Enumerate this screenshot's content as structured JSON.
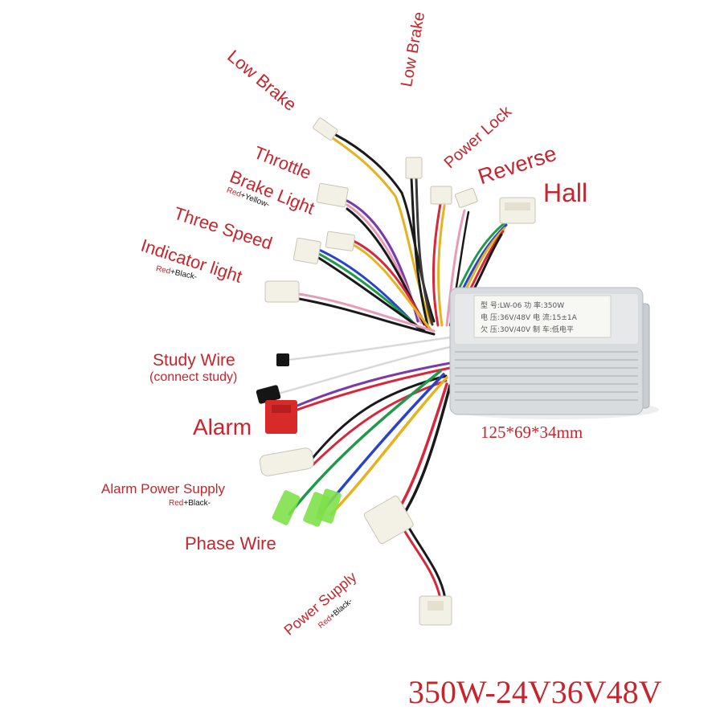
{
  "labels": {
    "low_brake_1": "Low Brake",
    "low_brake_2": "Low Brake",
    "power_lock": "Power Lock",
    "reverse": "Reverse",
    "hall": "Hall",
    "throttle": "Throttle",
    "brake_light": "Brake Light",
    "three_speed": "Three Speed",
    "indicator_light": "Indicator light",
    "study_wire": "Study Wire",
    "connect_study": "(connect study)",
    "alarm": "Alarm",
    "alarm_power_supply": "Alarm Power Supply",
    "phase_wire": "Phase Wire",
    "power_supply": "Power Supply"
  },
  "notes": {
    "brake_light": {
      "red": "Red",
      "plus": "+",
      "black": "Yellow-"
    },
    "indicator_light": {
      "red": "Red",
      "plus": "+",
      "black": "Black-"
    },
    "alarm_power_supply": {
      "red": "Red",
      "plus": "+",
      "black": "Black-"
    },
    "power_supply": {
      "red": "Red",
      "plus": "+",
      "black": "Black-"
    }
  },
  "controller": {
    "dimensions": "125*69*34mm",
    "sticker_lines": [
      "型 号:LW-06     功 率:350W",
      "电 压:36V/48V    电 流:15±1A",
      "欠 压:30V/40V    制 车:低电平"
    ]
  },
  "footer": {
    "spec": "350W-24V36V48V"
  },
  "colors": {
    "label": "#c8242b",
    "wire_red": "#d8263a",
    "wire_black": "#1a1a1a",
    "wire_yellow": "#e6b21f",
    "wire_green": "#1f9a4a",
    "wire_blue": "#2a44c8",
    "wire_purple": "#7a3aa8",
    "wire_pink": "#e79bb8",
    "wire_white": "#e8e8e8",
    "connector_white": "#f3f0e6",
    "connector_red": "#d92a2a",
    "connector_green": "#7fe04a",
    "housing": "#d9dcdf"
  }
}
